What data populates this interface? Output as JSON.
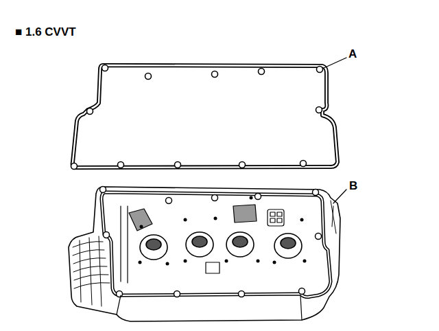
{
  "diagram": {
    "title": "■ 1.6 CVVT",
    "labels": [
      "A",
      "B"
    ]
  }
}
